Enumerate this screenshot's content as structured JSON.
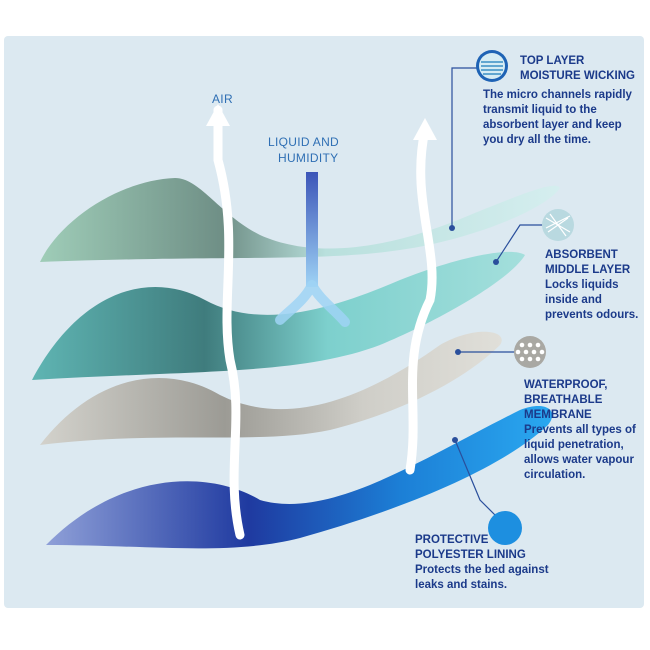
{
  "labels": {
    "air": "AIR",
    "liquid": "LIQUID AND",
    "humidity": "HUMIDITY"
  },
  "layers": [
    {
      "title_line1": "TOP LAYER",
      "title_line2": "MOISTURE WICKING",
      "desc": [
        "The micro channels rapidly",
        "transmit  liquid to the",
        "absorbent layer and keep",
        "you dry all the time."
      ],
      "color": "#cfe9e8"
    },
    {
      "title_line1": "ABSORBENT",
      "title_line2": "MIDDLE LAYER",
      "desc": [
        "Locks liquids",
        "inside and",
        "prevents odours."
      ],
      "color": "#7ecfce"
    },
    {
      "title_line1": "WATERPROOF,",
      "title_line2": "BREATHABLE",
      "title_line3": "MEMBRANE",
      "desc": [
        "Prevents all types of",
        "liquid penetration,",
        "allows water vapour",
        "circulation."
      ],
      "color": "#c9c8c2"
    },
    {
      "title_line1": "PROTECTIVE",
      "title_line2": "POLYESTER LINING",
      "desc": [
        "Protects the bed against",
        "leaks and stains."
      ],
      "color": "#1d8fe0"
    }
  ]
}
